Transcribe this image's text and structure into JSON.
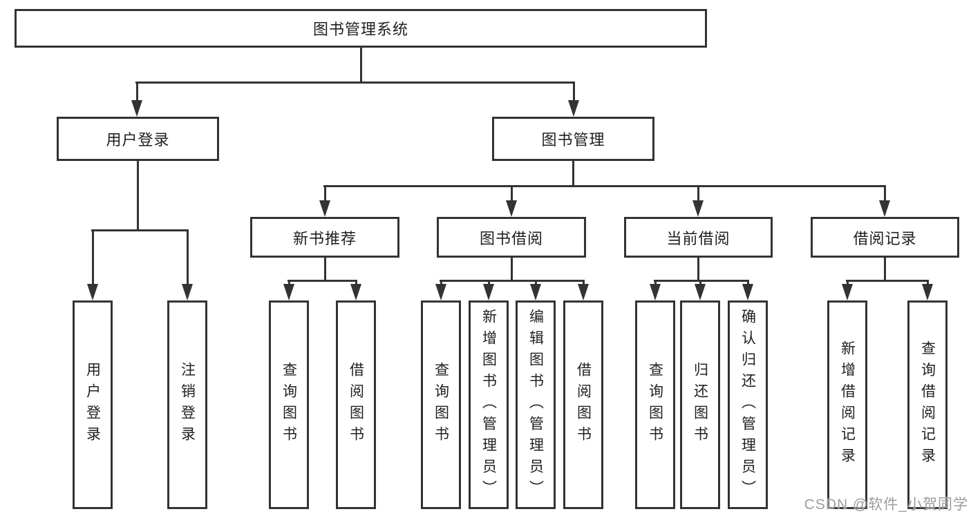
{
  "colors": {
    "line": "#333333",
    "text": "#1f1f1f",
    "background": "#ffffff",
    "watermark": "#9c9c9c"
  },
  "watermark": {
    "text": "CSDN @软件_小贺同学"
  },
  "diagram": {
    "root": {
      "label": "图书管理系统",
      "children": [
        {
          "label": "用户登录",
          "children": [
            {
              "label": "用户登录"
            },
            {
              "label": "注销登录"
            }
          ]
        },
        {
          "label": "图书管理",
          "children": [
            {
              "label": "新书推荐",
              "children": [
                {
                  "label": "查询图书"
                },
                {
                  "label": "借阅图书"
                }
              ]
            },
            {
              "label": "图书借阅",
              "children": [
                {
                  "label": "查询图书"
                },
                {
                  "label": "新增图书（管理员）"
                },
                {
                  "label": "编辑图书（管理员）"
                },
                {
                  "label": "借阅图书"
                }
              ]
            },
            {
              "label": "当前借阅",
              "children": [
                {
                  "label": "查询图书"
                },
                {
                  "label": "归还图书"
                },
                {
                  "label": "确认归还（管理员）"
                }
              ]
            },
            {
              "label": "借阅记录",
              "children": [
                {
                  "label": "新增借阅记录"
                },
                {
                  "label": "查询借阅记录"
                }
              ]
            }
          ]
        }
      ]
    }
  }
}
